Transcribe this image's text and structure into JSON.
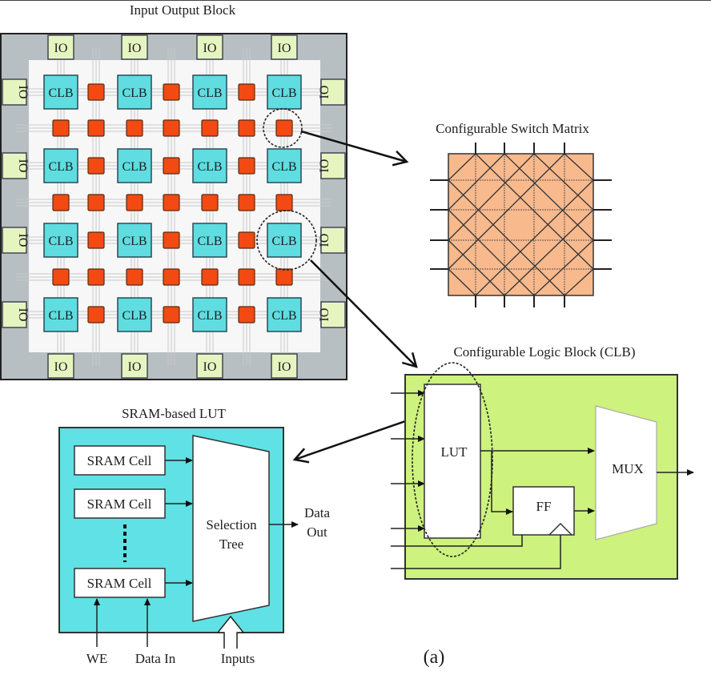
{
  "titles": {
    "io_block": "Input Output Block",
    "switch_matrix": "Configurable Switch Matrix",
    "clb": "Configurable Logic Block (CLB)",
    "sram_lut": "SRAM-based LUT"
  },
  "fpga_array": {
    "io_label": "IO",
    "clb_label": "CLB",
    "io_top_count": 4,
    "io_bottom_count": 4,
    "io_left_count": 4,
    "io_right_count": 4,
    "clb_rows": 4,
    "clb_cols": 4
  },
  "clb_detail": {
    "lut_label": "LUT",
    "ff_label": "FF",
    "mux_label": "MUX"
  },
  "lut_detail": {
    "cells": [
      "SRAM Cell",
      "SRAM Cell",
      "SRAM Cell"
    ],
    "selection_line1": "Selection",
    "selection_line2": "Tree",
    "out_line1": "Data",
    "out_line2": "Out",
    "we_label": "WE",
    "data_in_label": "Data In",
    "inputs_label": "Inputs"
  },
  "caption": "(a)",
  "colors": {
    "clb_fill": "#5fdde0",
    "switch_fill": "#f24a12",
    "io_fill": "#e6f5bf",
    "frame_fill": "#b8bfc2",
    "inner_fill": "#f7f7f7",
    "matrix_fill": "#f8b98d",
    "clb_detail_fill": "#cdf27e",
    "lut_detail_fill": "#5fe1e5"
  }
}
